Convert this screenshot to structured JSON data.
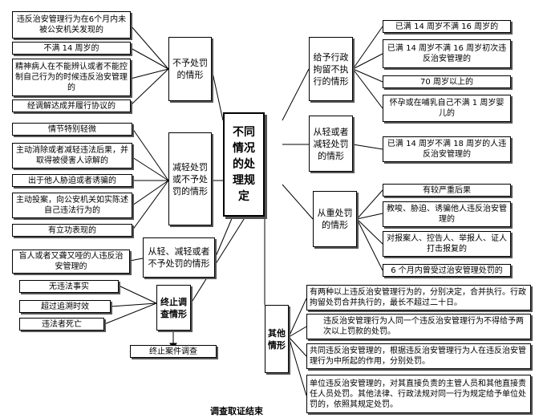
{
  "center": "不同情况的处理规定",
  "left": {
    "no_penalty": {
      "label": "不予处罚的情形",
      "items": [
        "违反治安管理行为在6个月内未被公安机关发现的",
        "不满 14 周岁的",
        "精神病人在不能辨认或者不能控制自己行为的时候违反治安管理的",
        "经调解达成并履行协议的"
      ]
    },
    "reduced": {
      "label": "减轻处罚或不予处罚的情形",
      "items": [
        "情节特别轻微",
        "主动消除或者减轻违法后果，并取得被侵害人谅解的",
        "出于他人胁迫或者诱骗的",
        "主动投案，向公安机关如实陈述自己违法行为的",
        "有立功表现的"
      ]
    },
    "blind": {
      "label": "从轻、减轻或者不予处罚的情形",
      "item": "盲人或者又聋又哑的人违反治安管理的"
    },
    "terminate": {
      "label": "终止调查情形",
      "items": [
        "无违法事实",
        "超过追溯时效",
        "违法者死亡"
      ],
      "result": "终止案件调查"
    }
  },
  "right": {
    "detention": {
      "label": "给予行政拘留不执行的情形",
      "items": [
        "已满 14 周岁不满 16 周岁的",
        "已满 14 周岁不满 16 周岁初次违反治安管理的",
        "70 周岁以上的",
        "怀孕或在哺乳自己不满 1 周岁婴儿的"
      ]
    },
    "lighter": {
      "label": "从轻或者减轻处罚的情形",
      "item": "已满 14 周岁不满 18 周岁的人违反治安管理的"
    },
    "heavier": {
      "label": "从重处罚的情形",
      "items": [
        "有较严重后果",
        "教唆、胁迫、诱骗他人违反治安管理的",
        "对报案人、控告人、举报人、证人打击报复的",
        "6 个月内曾受过治安管理处罚的"
      ]
    },
    "other": {
      "label": "其他情形",
      "items": [
        "有两种以上违反治安管理行为的，分别决定，合并执行。行政拘留处罚合并执行的，最长不超过二十日。",
        "违反治安管理行为人同一个违反治安管理行为不得给予两次以上罚款的处罚。",
        "共同违反治安管理的，根据违反治安管理行为人在违反治安管理行为中所起的作用，分别处罚。",
        "单位违反治安管理的，对其直接负责的主管人员和其他直接责任人员处罚。其他法律、行政法规对同一行为规定给予单位处罚的，依照其规定处罚。"
      ]
    }
  },
  "footer": "调查取证结束"
}
